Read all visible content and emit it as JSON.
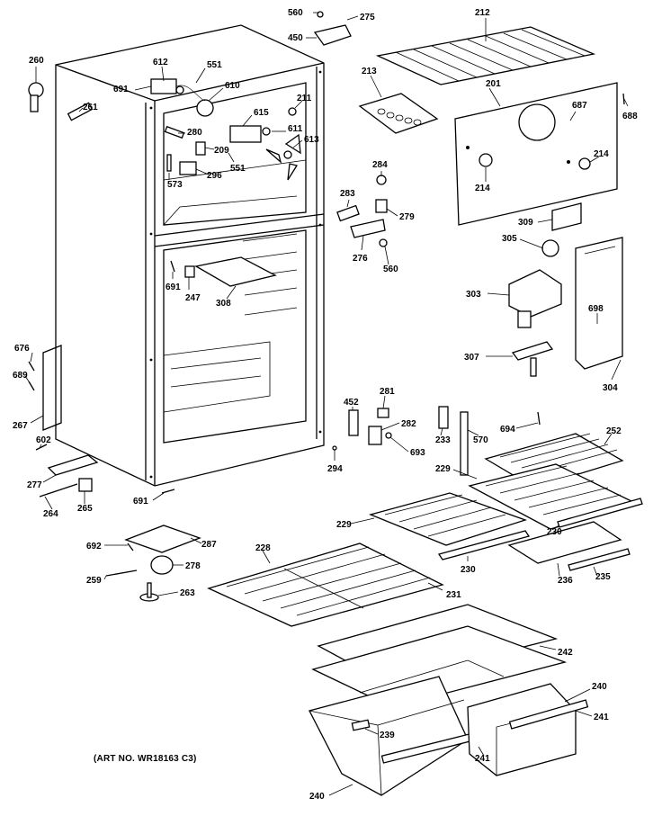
{
  "art_number": "(ART NO. WR18163 C3)",
  "callouts": {
    "c560a": "560",
    "c275": "275",
    "c450": "450",
    "c212": "212",
    "c260": "260",
    "c612": "612",
    "c551a": "551",
    "c691a": "691",
    "c610": "610",
    "c261": "261",
    "c213": "213",
    "c201": "201",
    "c687": "687",
    "c688": "688",
    "c211": "211",
    "c615": "615",
    "c611": "611",
    "c613": "613",
    "c280": "280",
    "c209": "209",
    "c296": "296",
    "c551b": "551",
    "c573": "573",
    "c214a": "214",
    "c214b": "214",
    "c284": "284",
    "c283": "283",
    "c279": "279",
    "c276": "276",
    "c560b": "560",
    "c309": "309",
    "c305": "305",
    "c303": "303",
    "c698": "698",
    "c307": "307",
    "c304": "304",
    "c691b": "691",
    "c247": "247",
    "c308": "308",
    "c676": "676",
    "c689": "689",
    "c267": "267",
    "c602": "602",
    "c277": "277",
    "c264": "264",
    "c265": "265",
    "c691c": "691",
    "c294": "294",
    "c452": "452",
    "c281": "281",
    "c282": "282",
    "c693": "693",
    "c233": "233",
    "c570": "570",
    "c694": "694",
    "c252": "252",
    "c229a": "229",
    "c229b": "229",
    "c230a": "230",
    "c230b": "230",
    "c236": "236",
    "c235": "235",
    "c231": "231",
    "c228": "228",
    "c692": "692",
    "c287": "287",
    "c259": "259",
    "c278": "278",
    "c263": "263",
    "c242": "242",
    "c240a": "240",
    "c241a": "241",
    "c239": "239",
    "c241b": "241",
    "c240b": "240"
  }
}
